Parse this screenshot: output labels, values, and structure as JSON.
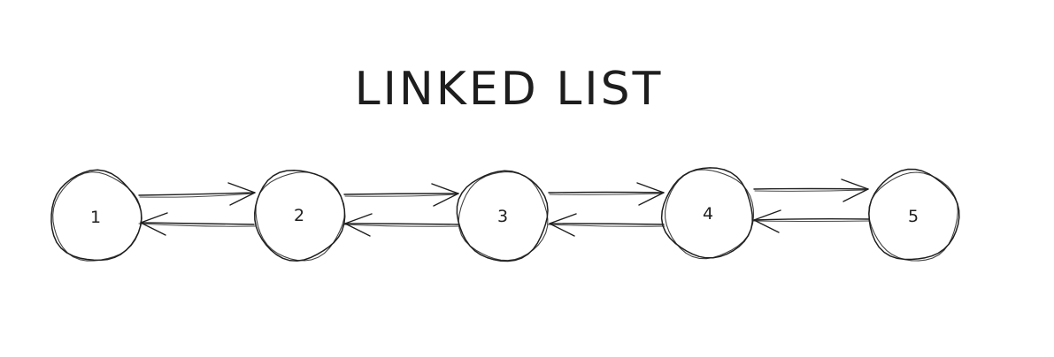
{
  "title": "LINKED LIST",
  "stroke_color": "#1e1e1e",
  "background_color": "#ffffff",
  "nodes": [
    {
      "id": 1,
      "label": "1"
    },
    {
      "id": 2,
      "label": "2"
    },
    {
      "id": 3,
      "label": "3"
    },
    {
      "id": 4,
      "label": "4"
    },
    {
      "id": 5,
      "label": "5"
    }
  ],
  "links": [
    {
      "from": 1,
      "to": 2,
      "direction": "forward"
    },
    {
      "from": 2,
      "to": 1,
      "direction": "backward"
    },
    {
      "from": 2,
      "to": 3,
      "direction": "forward"
    },
    {
      "from": 3,
      "to": 2,
      "direction": "backward"
    },
    {
      "from": 3,
      "to": 4,
      "direction": "forward"
    },
    {
      "from": 4,
      "to": 3,
      "direction": "backward"
    },
    {
      "from": 4,
      "to": 5,
      "direction": "forward"
    },
    {
      "from": 5,
      "to": 4,
      "direction": "backward"
    }
  ]
}
